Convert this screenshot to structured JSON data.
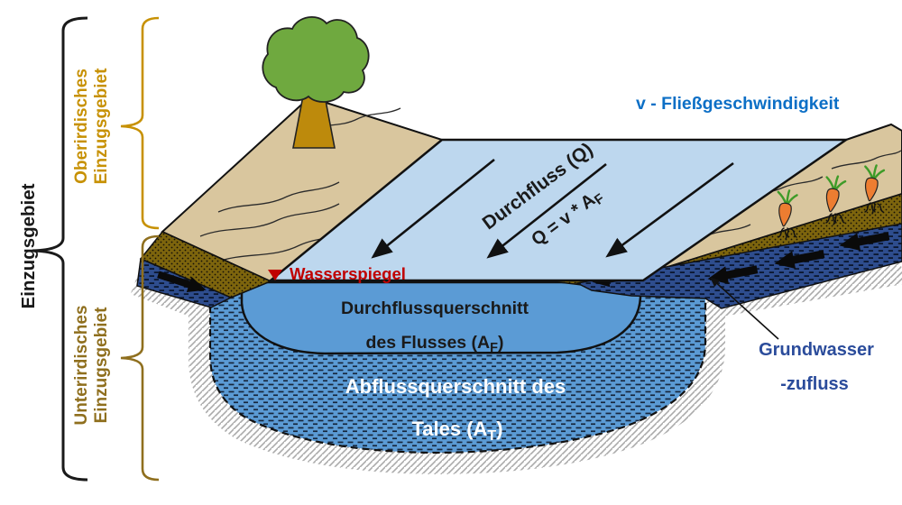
{
  "brackets": {
    "einzugsgebiet": "Einzugsgebiet",
    "oberirdisch_line1": "Oberirdisches",
    "oberirdisch_line2": "Einzugsgebiet",
    "unterirdisch_line1": "Unterirdisches",
    "unterirdisch_line2": "Einzugsgebiet"
  },
  "labels": {
    "velocity": "v - Fließgeschwindigkeit",
    "durchfluss": "Durchfluss (Q)",
    "formula_prefix": "Q = v * A",
    "formula_sub": "F",
    "wasserspiegel": "Wasserspiegel",
    "querschnitt_line1": "Durchflussquerschnitt",
    "querschnitt_line2_prefix": "des Flusses (A",
    "querschnitt_line2_sub": "F",
    "querschnitt_line2_suffix": ")",
    "abfluss_line1": "Abflussquerschnitt des",
    "abfluss_line2_prefix": "Tales (A",
    "abfluss_line2_sub": "T",
    "abfluss_line2_suffix": ")",
    "grundwasser_line1": "Grundwasser",
    "grundwasser_line2": "-zufluss"
  },
  "icons": {
    "tree": "tree-icon",
    "carrot": "carrot-icon",
    "flow_arrow": "flow-arrow-icon",
    "groundwater_arrow": "groundwater-arrow-icon",
    "water_level_marker": "water-level-triangle-icon"
  },
  "colors": {
    "water_surface": "#BDD7EE",
    "river": "#5B9BD5",
    "valley_base": "#5B9BD5",
    "groundwater": "#2E4D8E",
    "soil": "#7D650D",
    "field_tan": "#D9C69E",
    "hatch_gray": "#ABABAB",
    "red": "#C00000",
    "flow_blue": "#0C6FC6",
    "ground_text_blue": "#2B4C9B",
    "gold_light": "#C79104",
    "gold_dark": "#8F6F1E",
    "ink": "#1A1A1A",
    "tree_green": "#6FA93F",
    "trunk_brown": "#BD8A0C",
    "carrot_orange": "#ED7D31",
    "carrot_green": "#3E9B28",
    "text_white": "#FFFFFF"
  }
}
